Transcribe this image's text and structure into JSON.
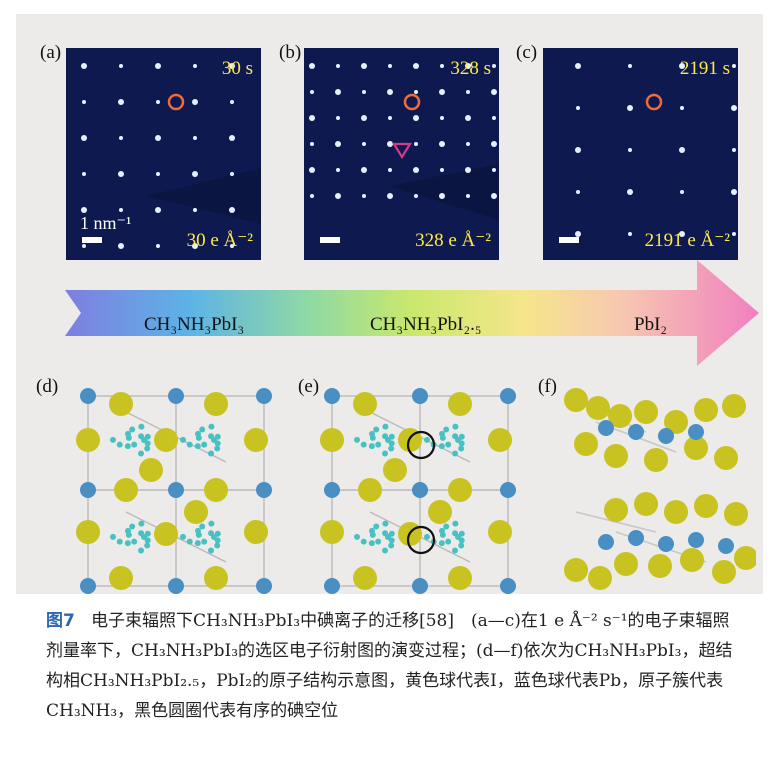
{
  "panels": [
    {
      "label": "(a)",
      "time": "30 s",
      "dose": "30 e Å⁻²",
      "scale": "1 nm⁻¹"
    },
    {
      "label": "(b)",
      "time": "328 s",
      "dose": "328 e Å⁻²"
    },
    {
      "label": "(c)",
      "time": "2191 s",
      "dose": "2191 e Å⁻²"
    }
  ],
  "arrow": {
    "labels": [
      "CH₃NH₃PbI₃",
      "CH₃NH₃PbI₂.₅",
      "PbI₂"
    ]
  },
  "structures": {
    "labels": [
      "(d)",
      "(e)",
      "(f)"
    ]
  },
  "caption": {
    "fig_number": "图7",
    "text": "电子束辐照下CH₃NH₃PbI₃中碘离子的迁移[58]　(a—c)在1 e Å⁻² s⁻¹的电子束辐照剂量率下，CH₃NH₃PbI₃的选区电子衍射图的演变过程；(d—f)依次为CH₃NH₃PbI₃，超结构相CH₃NH₃PbI₂.₅，PbI₂的原子结构示意图，黄色球代表I，蓝色球代表Pb，原子簇代表CH₃NH₃，黑色圆圈代表有序的碘空位"
  },
  "colors": {
    "iodine": "#c9c322",
    "lead": "#4a8fc4",
    "cluster": "#49c1c2",
    "tem_bg": "#0e1a4f",
    "text_yellow": "#ffe94a",
    "fig_blue": "#2d67b1"
  }
}
